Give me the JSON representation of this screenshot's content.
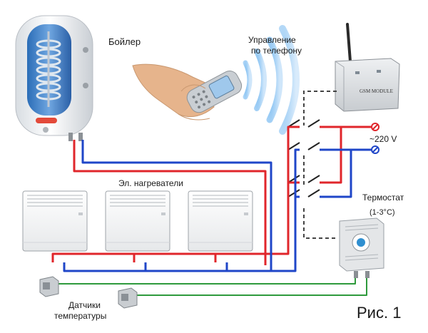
{
  "labels": {
    "boiler": "Бойлер",
    "phone_control_1": "Управление",
    "phone_control_2": "по телефону",
    "heaters": "Эл. нагреватели",
    "voltage": "~220 V",
    "thermostat": "Термостат",
    "thermostat_range": "(1-3°C)",
    "sensors_1": "Датчики",
    "sensors_2": "температуры",
    "figure": "Рис. 1",
    "gsm_module": "GSM MODULE"
  },
  "colors": {
    "red_wire": "#e0262b",
    "blue_wire": "#1f46c8",
    "green_wire": "#2e9a3c",
    "control_line": "#444444"
  },
  "icons": [
    "boiler-icon",
    "hand-phone-icon",
    "wifi-signal-icon",
    "gsm-module-icon",
    "heater-icon",
    "thermostat-icon",
    "temperature-sensor-icon",
    "relay-switch-icon",
    "terminal-icon"
  ]
}
